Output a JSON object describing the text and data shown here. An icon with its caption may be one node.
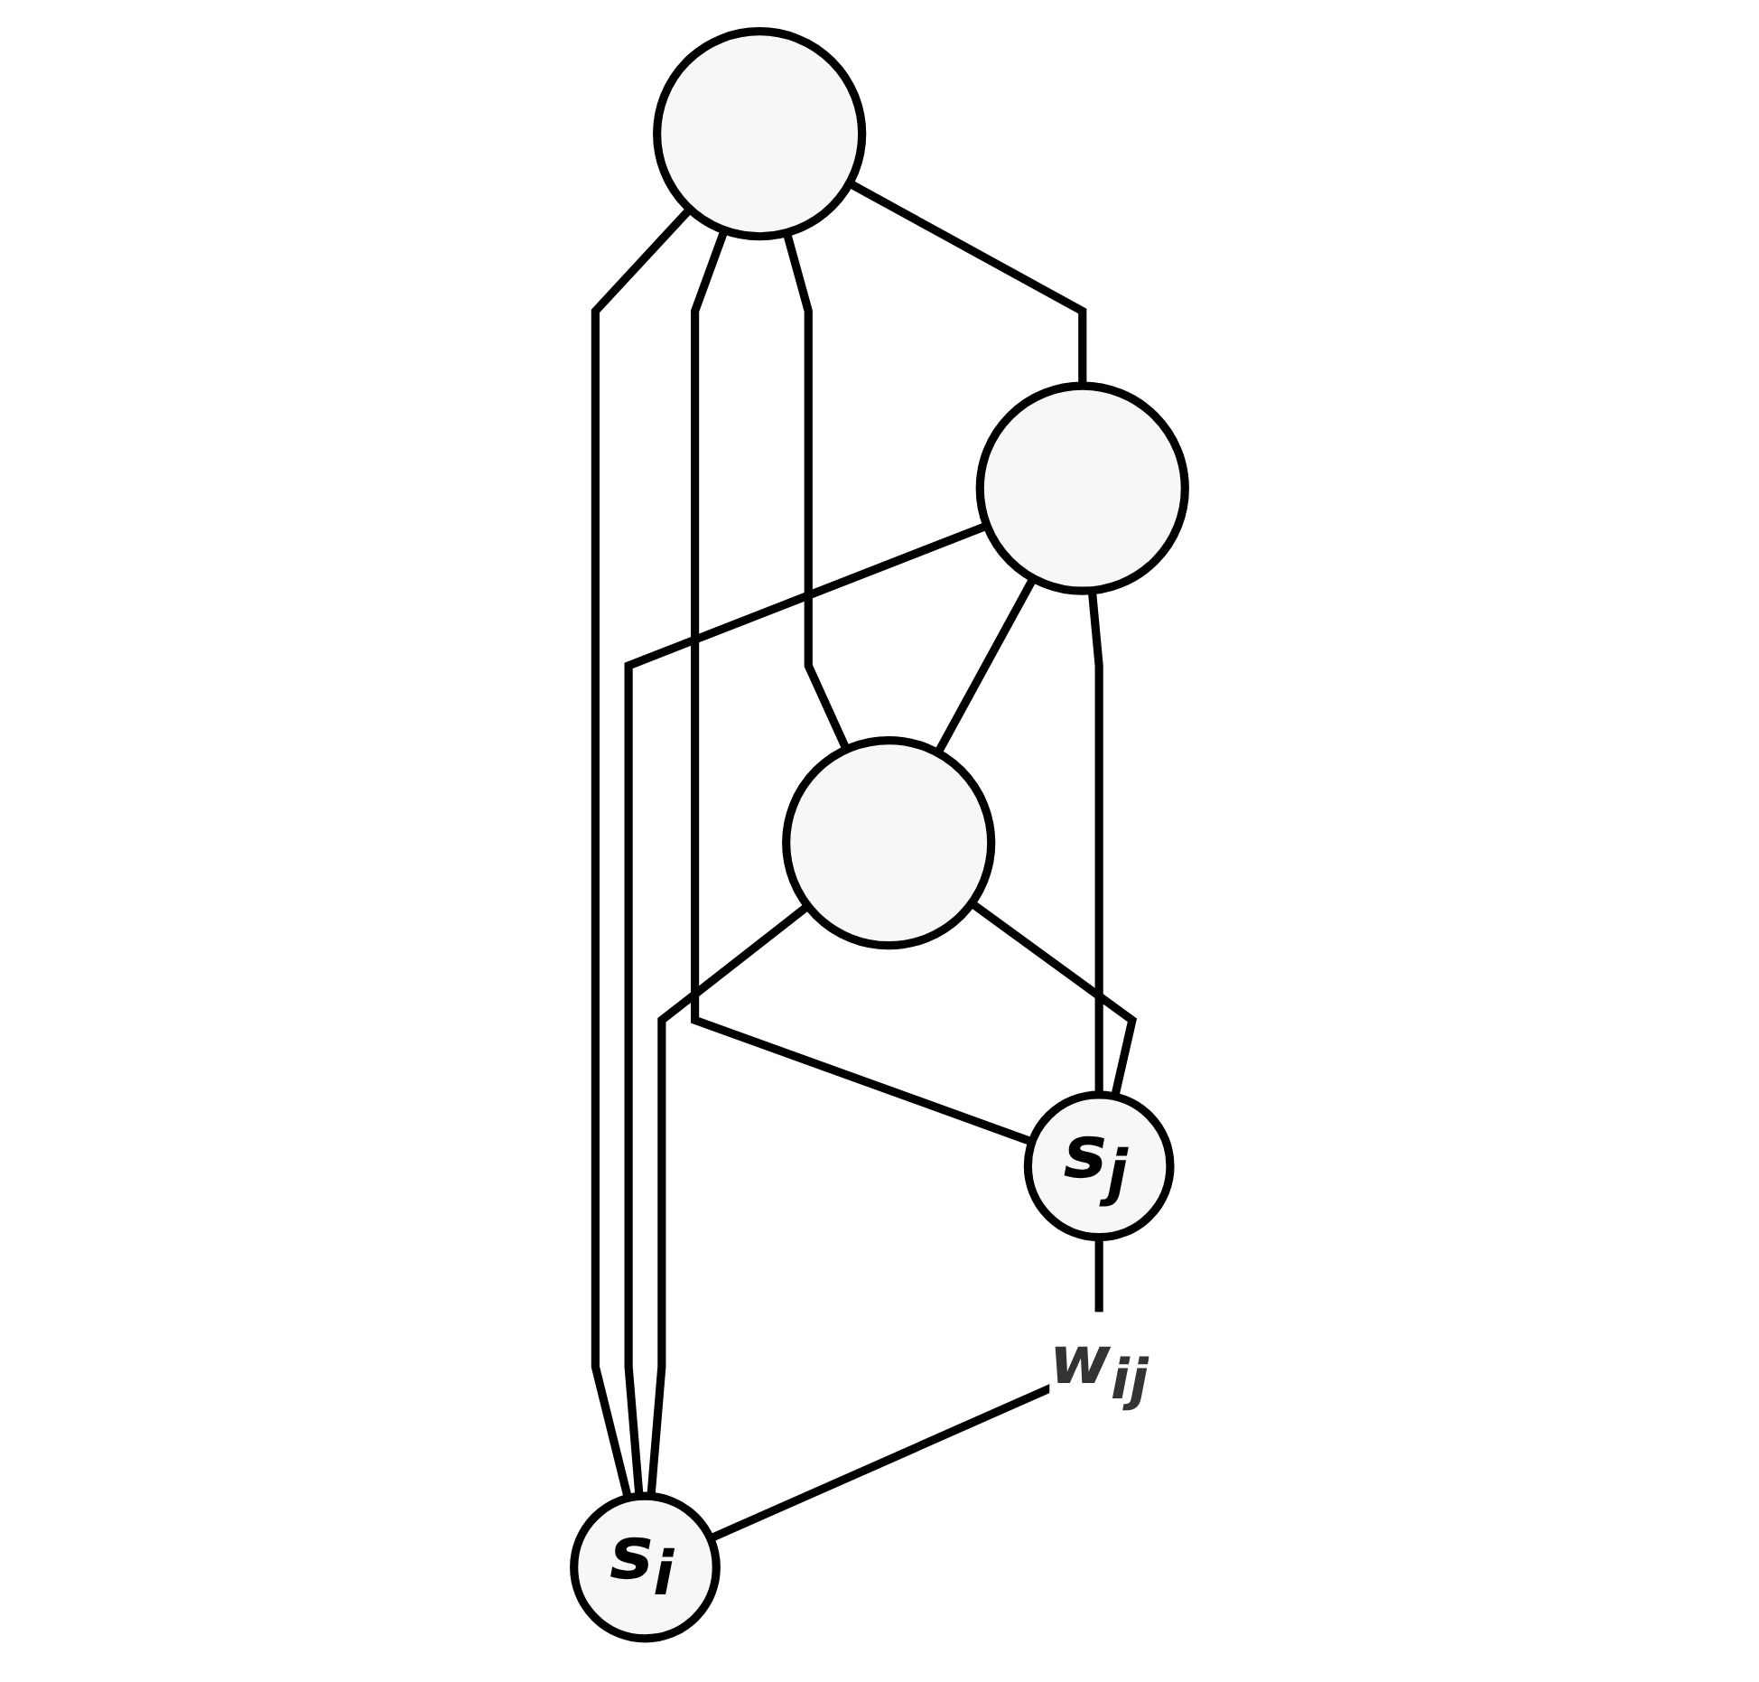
{
  "diagram": {
    "nodes": [
      {
        "text": [],
        "shape": "circle"
      },
      {
        "text": [],
        "shape": "circle"
      },
      {
        "text": [],
        "shape": "circle"
      },
      {
        "text": [
          "s$_{j}$"
        ]
      },
      {
        "text": [
          "s$_{i}$"
        ]
      }
    ],
    "edges": [
      {
        "from": 0,
        "to": 1,
        "arrow": "none"
      },
      {
        "from": 0,
        "to": 2,
        "arrow": "none"
      },
      {
        "from": 0,
        "to": 3,
        "arrow": "none"
      },
      {
        "from": 0,
        "to": 4,
        "arrow": "none"
      },
      {
        "from": 1,
        "to": 2,
        "arrow": "none"
      },
      {
        "from": 1,
        "to": 3,
        "arrow": "none"
      },
      {
        "from": 1,
        "to": 4,
        "arrow": "none"
      },
      {
        "from": 2,
        "to": 3,
        "arrow": "none"
      },
      {
        "from": 2,
        "to": 4,
        "arrow": "none"
      },
      {
        "from": 3,
        "to": 4,
        "arrow": "none",
        "label": "w$_{ij}$"
      }
    ]
  }
}
